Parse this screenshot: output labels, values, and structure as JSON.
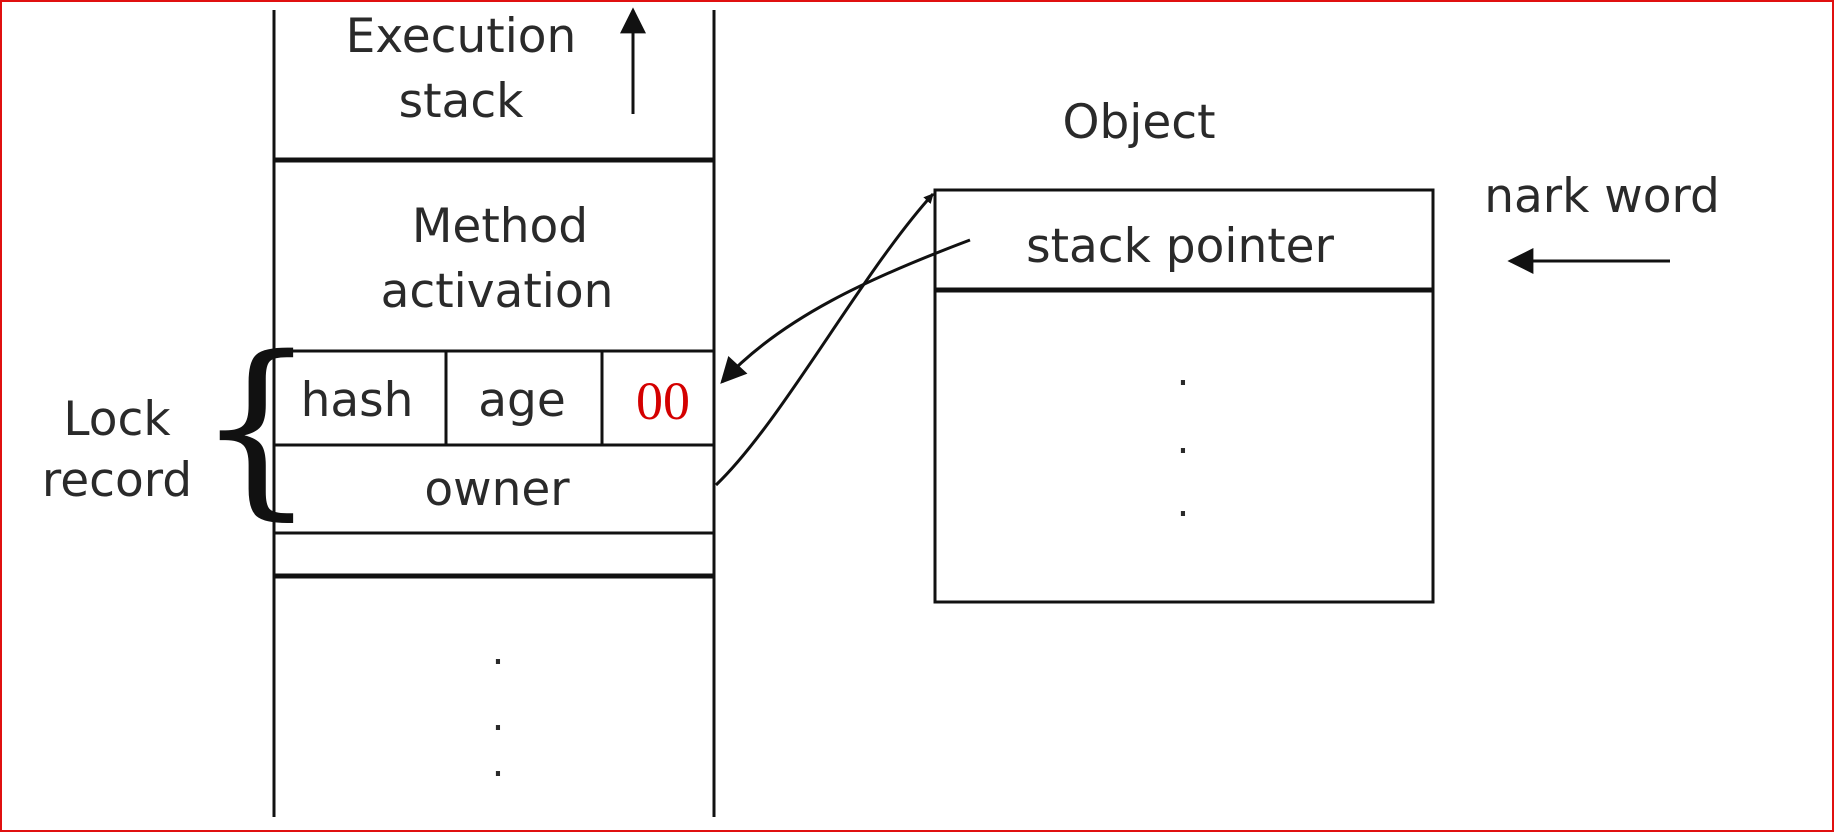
{
  "stack": {
    "execution_stack": {
      "line1": "Execution",
      "line2": "stack"
    },
    "method_activation": {
      "line1": "Method",
      "line2": "activation"
    },
    "lock_cells": {
      "hash": "hash",
      "age": "age",
      "bits": "00"
    },
    "owner": "owner",
    "ellipsis": "."
  },
  "lock_record": {
    "line1": "Lock",
    "line2": "record",
    "brace": "{"
  },
  "object": {
    "title": "Object",
    "stack_pointer": "stack pointer",
    "ellipsis": "."
  },
  "mark_word": "nark word",
  "colors": {
    "lock_bits": "#d40000",
    "frame_border": "#e01010",
    "stroke": "#111111"
  }
}
